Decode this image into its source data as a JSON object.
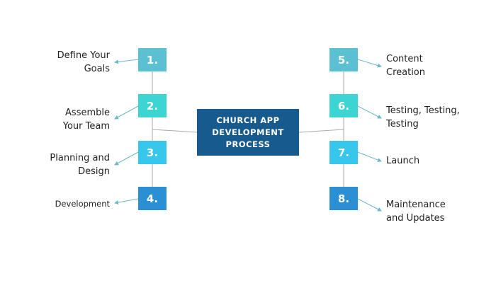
{
  "title": "CHURCH APP\nDEVELOPMENT\nPROCESS",
  "steps": [
    {
      "number": "1.",
      "label": "Define Your\nGoals",
      "color": "#5bc0d2"
    },
    {
      "number": "2.",
      "label": "Assemble\nYour Team",
      "color": "#3cd5d3"
    },
    {
      "number": "3.",
      "label": "Planning and\nDesign",
      "color": "#37c6ec"
    },
    {
      "number": "4.",
      "label": "Development",
      "color": "#2a8fd3"
    },
    {
      "number": "5.",
      "label": "Content\nCreation",
      "color": "#5bc0d2"
    },
    {
      "number": "6.",
      "label": "Testing, Testing,\nTesting",
      "color": "#3cd5d3"
    },
    {
      "number": "7.",
      "label": "Launch",
      "color": "#37c6ec"
    },
    {
      "number": "8.",
      "label": "Maintenance\nand Updates",
      "color": "#2a8fd3"
    }
  ]
}
